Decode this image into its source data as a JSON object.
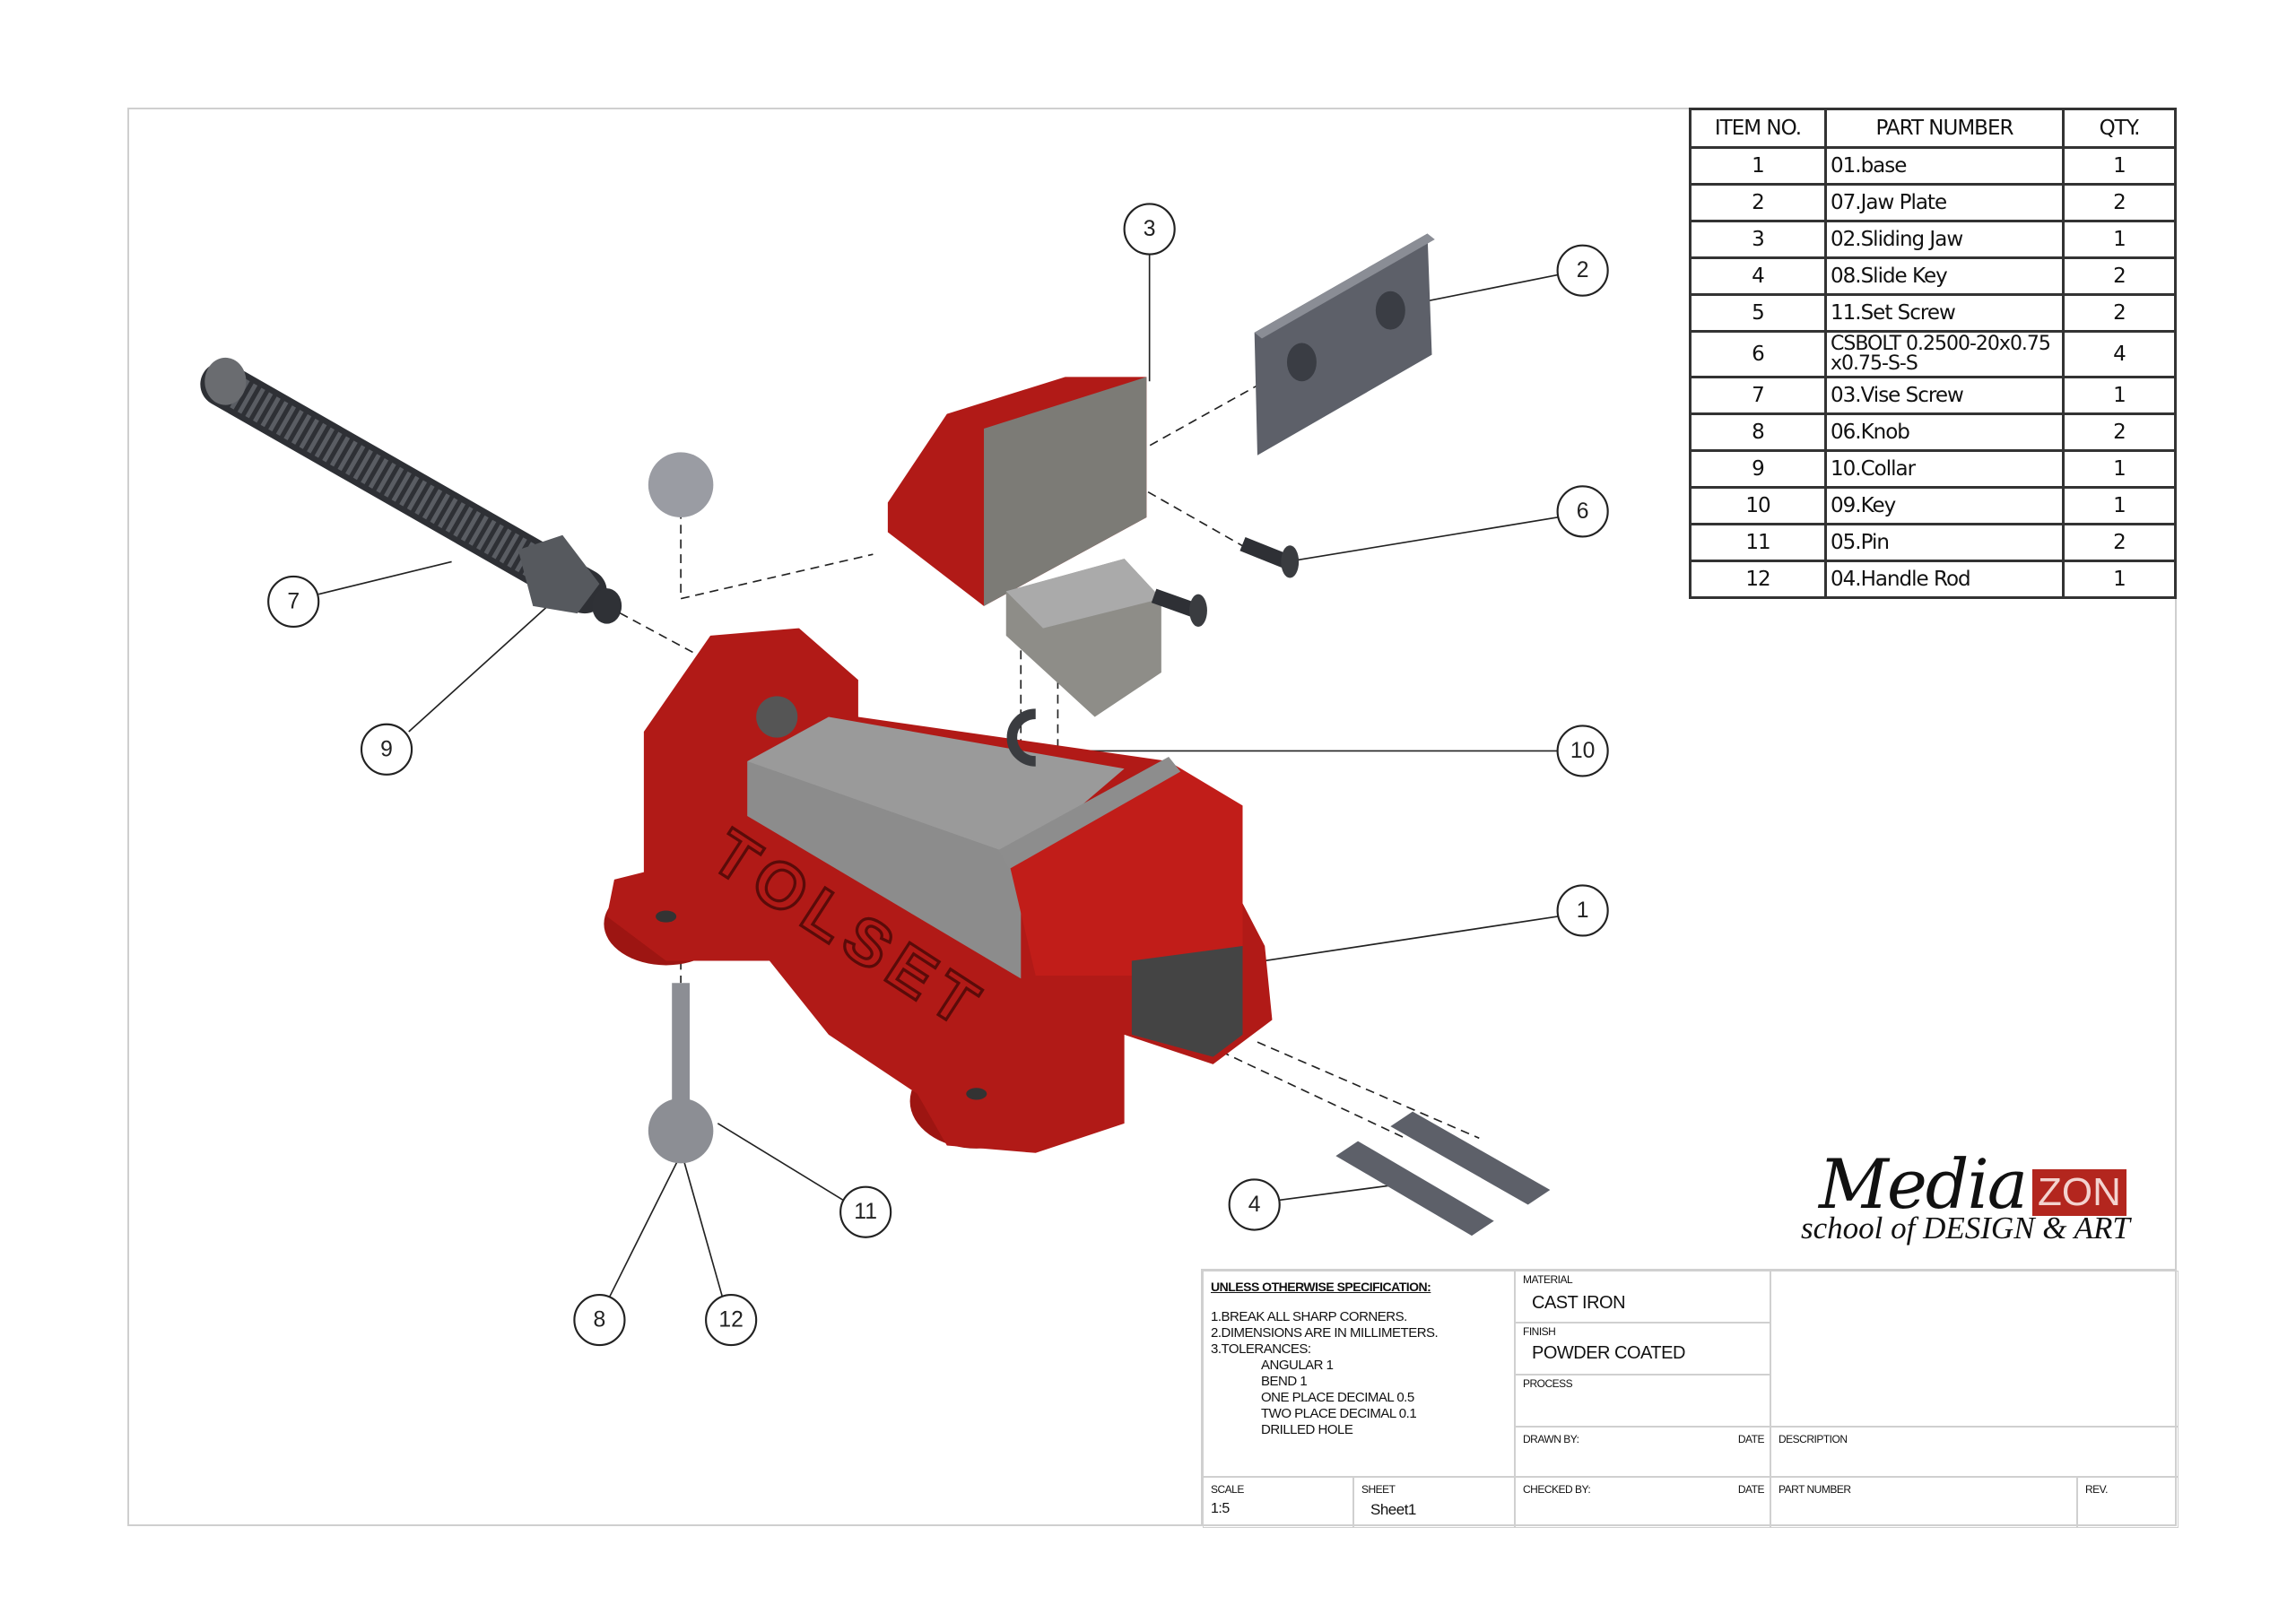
{
  "bom": {
    "headers": [
      "ITEM NO.",
      "PART NUMBER",
      "QTY."
    ],
    "rows": [
      {
        "item": "1",
        "part": "01.base",
        "qty": "1"
      },
      {
        "item": "2",
        "part": "07.Jaw Plate",
        "qty": "2"
      },
      {
        "item": "3",
        "part": "02.Sliding Jaw",
        "qty": "1"
      },
      {
        "item": "4",
        "part": "08.Slide Key",
        "qty": "2"
      },
      {
        "item": "5",
        "part": "11.Set Screw",
        "qty": "2"
      },
      {
        "item": "6",
        "part": "CSBOLT 0.2500-20x0.75x0.75-S-S",
        "qty": "4"
      },
      {
        "item": "7",
        "part": "03.Vise Screw",
        "qty": "1"
      },
      {
        "item": "8",
        "part": "06.Knob",
        "qty": "2"
      },
      {
        "item": "9",
        "part": "10.Collar",
        "qty": "1"
      },
      {
        "item": "10",
        "part": "09.Key",
        "qty": "1"
      },
      {
        "item": "11",
        "part": "05.Pin",
        "qty": "2"
      },
      {
        "item": "12",
        "part": "04.Handle Rod",
        "qty": "1"
      }
    ]
  },
  "balloons": [
    "1",
    "2",
    "3",
    "4",
    "6",
    "7",
    "8",
    "9",
    "10",
    "11",
    "12"
  ],
  "base_engraving": "TOLSET",
  "title_block": {
    "spec_heading": "UNLESS OTHERWISE SPECIFICATION:",
    "notes": [
      "1.BREAK ALL SHARP CORNERS.",
      "2.DIMENSIONS ARE IN MILLIMETERS.",
      "3.TOLERANCES:"
    ],
    "tolerances": [
      "ANGULAR  1",
      "BEND  1",
      "ONE PLACE DECIMAL  0.5",
      "TWO PLACE DECIMAL  0.1",
      "DRILLED HOLE"
    ],
    "material_label": "MATERIAL",
    "material": "CAST IRON",
    "finish_label": "FINISH",
    "finish": "POWDER COATED",
    "process_label": "PROCESS",
    "drawn_by_label": "DRAWN BY:",
    "date_label": "DATE",
    "description_label": "DESCRIPTION",
    "checked_by_label": "CHECKED BY:",
    "part_number_label": "PART NUMBER",
    "rev_label": "REV.",
    "scale_label": "SCALE",
    "scale": "1:5",
    "sheet_label": "SHEET",
    "sheet": "Sheet1"
  },
  "logo": {
    "media": "Media",
    "zon": "ZON",
    "subtitle": "school of DESIGN & ART"
  },
  "colors": {
    "body_red": "#b11a17",
    "steel": "#8a8a8a",
    "dark_steel": "#4a4d55",
    "logo_red": "#b3261e"
  }
}
